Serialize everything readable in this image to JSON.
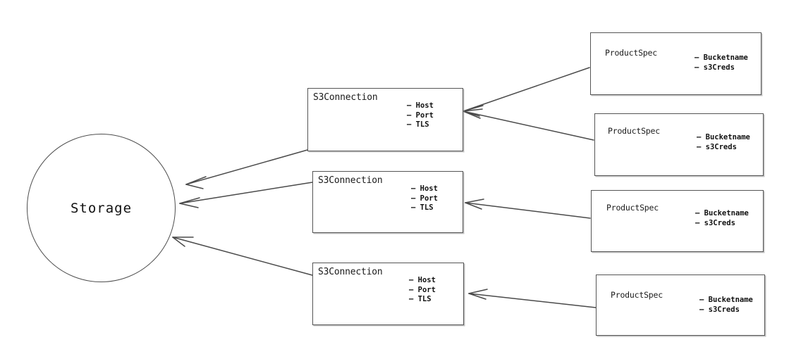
{
  "diagram": {
    "title": "storage-s3-connection-diagram",
    "background_color": "#ffffff",
    "stroke_color": "#555555",
    "text_color": "#1a1a1a",
    "central_node": {
      "label": "Storage",
      "shape": "circle"
    },
    "connection_nodes": [
      {
        "id": "s3connection-1",
        "title": "S3Connection",
        "attributes": [
          "– Host",
          "– Port",
          "– TLS"
        ]
      },
      {
        "id": "s3connection-2",
        "title": "S3Connection",
        "attributes": [
          "– Host",
          "– Port",
          "– TLS"
        ]
      },
      {
        "id": "s3connection-3",
        "title": "S3Connection",
        "attributes": [
          "– Host",
          "– Port",
          "– TLS"
        ]
      }
    ],
    "spec_nodes": [
      {
        "id": "productspec-1",
        "title": "ProductSpec",
        "attributes": [
          "– Bucketname",
          "– s3Creds"
        ]
      },
      {
        "id": "productspec-2",
        "title": "ProductSpec",
        "attributes": [
          "– Bucketname",
          "– s3Creds"
        ]
      },
      {
        "id": "productspec-3",
        "title": "ProductSpec",
        "attributes": [
          "– Bucketname",
          "– s3Creds"
        ]
      },
      {
        "id": "productspec-4",
        "title": "ProductSpec",
        "attributes": [
          "– Bucketname",
          "– s3Creds"
        ]
      }
    ]
  }
}
